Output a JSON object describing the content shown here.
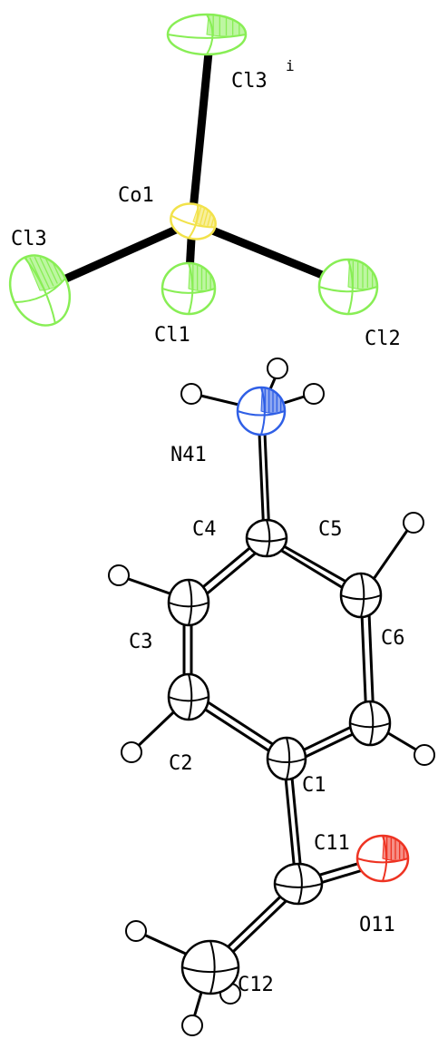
{
  "colors": {
    "chlorine": "#88ee55",
    "cobalt": "#f2e24a",
    "nitrogen": "#2f5fe6",
    "oxygen": "#ee3322",
    "carbon": "#ffffff",
    "hydrogen": "#ffffff",
    "bond": "#000000"
  },
  "labels": {
    "cl3i": "Cl3",
    "cl3i_sup": "i",
    "co1": "Co1",
    "cl3": "Cl3",
    "cl1": "Cl1",
    "cl2": "Cl2",
    "n41": "N41",
    "c4": "C4",
    "c5": "C5",
    "c3": "C3",
    "c6": "C6",
    "c2": "C2",
    "c1": "C1",
    "c11": "C11",
    "o11": "O11",
    "c12": "C12"
  }
}
